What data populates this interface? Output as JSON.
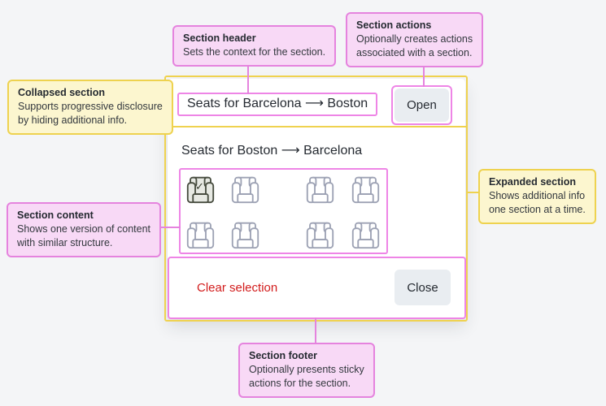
{
  "colors": {
    "background": "#f4f5f7",
    "card_background": "#ffffff",
    "pink_callout_fill": "#f8d9f6",
    "pink_border": "#e583de",
    "yellow_callout_fill": "#fcf6cf",
    "yellow_border": "#eed24f",
    "button_background": "#e9edf1",
    "text_dark": "#252a31",
    "danger_red": "#d21c1c",
    "seat_stroke": "#9da2b4",
    "seat_selected_fill": "#e7e9e3",
    "seat_selected_stroke": "#474c3f"
  },
  "component": {
    "collapsed_section": {
      "title": "Seats for Barcelona ⟶ Boston",
      "action_label": "Open"
    },
    "expanded_section": {
      "title": "Seats for Boston ⟶ Barcelona",
      "seat_rows": 2,
      "seat_count": 8,
      "selected_seat_count": 1,
      "checkmark": "✓"
    },
    "footer": {
      "clear_label": "Clear selection",
      "close_label": "Close"
    }
  },
  "callouts": {
    "section_header": {
      "title": "Section header",
      "body": [
        "Sets the context for the section."
      ]
    },
    "section_actions": {
      "title": "Section actions",
      "body": [
        "Optionally creates actions",
        "associated with a section."
      ]
    },
    "collapsed_section": {
      "title": "Collapsed section",
      "body": [
        "Supports progressive disclosure",
        "by hiding additional info."
      ]
    },
    "section_content": {
      "title": "Section content",
      "body": [
        "Shows one version of content",
        "with similar structure."
      ]
    },
    "expanded_section": {
      "title": "Expanded section",
      "body": [
        "Shows additional info",
        "one section at a time."
      ]
    },
    "section_footer": {
      "title": "Section footer",
      "body": [
        "Optionally presents sticky",
        "actions for the section."
      ]
    }
  }
}
